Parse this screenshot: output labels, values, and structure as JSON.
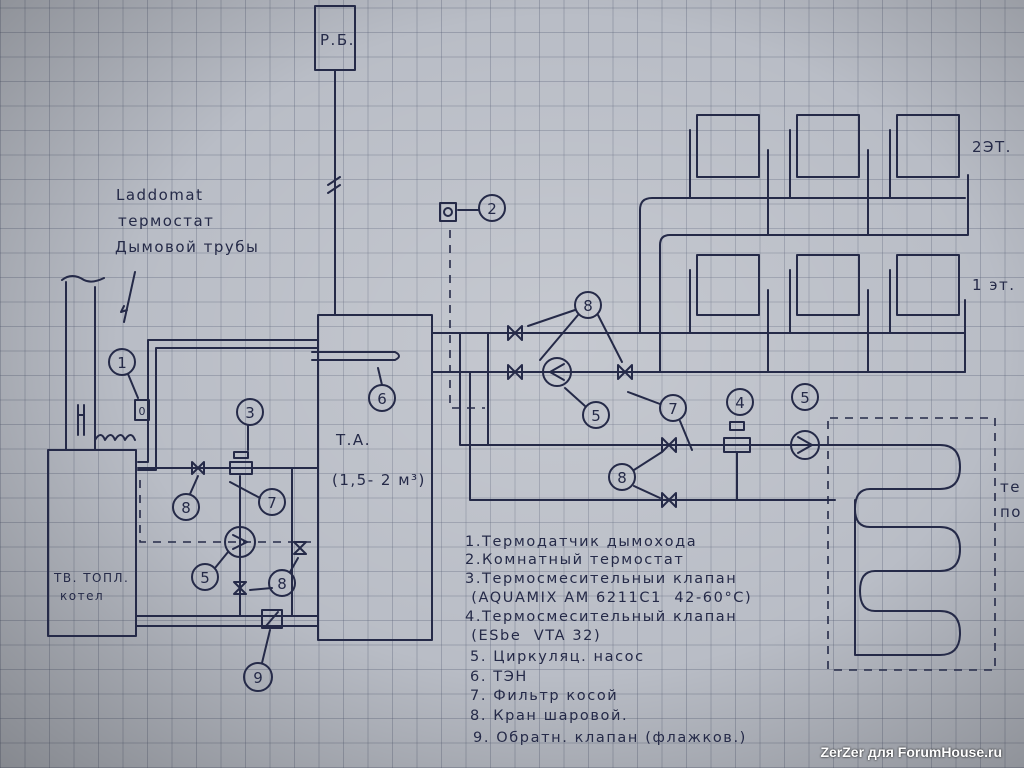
{
  "labels": {
    "expansion_tank": "Р.Б.",
    "laddomat": "Laddomat",
    "thermostat": "термостат",
    "chimney": "Дымовой трубы",
    "tank": "Т.А.",
    "tank_volume": "(1,5- 2 м³)",
    "boiler_line1": "ТВ. ТОПЛ.",
    "boiler_line2": "котел",
    "floor2": "2ЭТ.",
    "floor1": "1 эт.",
    "warm_floor_1": "те",
    "warm_floor_2": "по"
  },
  "markers": [
    "1",
    "2",
    "3",
    "4",
    "5",
    "6",
    "7",
    "8",
    "9",
    "0"
  ],
  "legend": [
    "1.Термодатчик  дымохода",
    "2.Комнатный термостат",
    "3.Термосмесительныи клапан",
    " (AQUAMIX АМ 6211С1  42-60°С)",
    "4.Термосмесительный клапан",
    " (ESbe  VTA 32)",
    "5. Циркуляц. насос",
    "6. ТЭН",
    "7. Фильтр косой",
    "8. Кран шаровой.",
    "9. Обратн. клапан (флажков.)"
  ],
  "watermark": "ZerZer для ForumHouse.ru"
}
